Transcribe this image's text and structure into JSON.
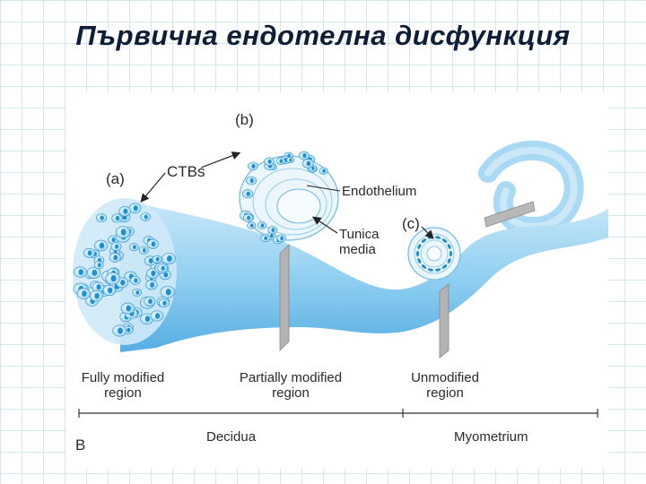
{
  "slide": {
    "title": "Първична ендотелна дисфункция"
  },
  "diagram": {
    "panel_labels": {
      "a": "(a)",
      "b": "(b)",
      "c": "(c)"
    },
    "callouts": {
      "ctbs": "CTBs",
      "endothelium": "Endothelium",
      "tunica_line1": "Tunica",
      "tunica_line2": "media"
    },
    "regions": [
      {
        "line1": "Fully modified",
        "line2": "region"
      },
      {
        "line1": "Partially modified",
        "line2": "region"
      },
      {
        "line1": "Unmodified",
        "line2": "region"
      }
    ],
    "axis": {
      "panel_letter": "B",
      "decidua": "Decidua",
      "myometrium": "Myometrium"
    },
    "colors": {
      "vessel": "#7fc4ec",
      "vessel_dark": "#3a9ad8",
      "cell_fill": "#aadcf4",
      "nucleus": "#1f8fcf",
      "plane": "#b0b0b0",
      "text": "#2a2a2a"
    }
  }
}
